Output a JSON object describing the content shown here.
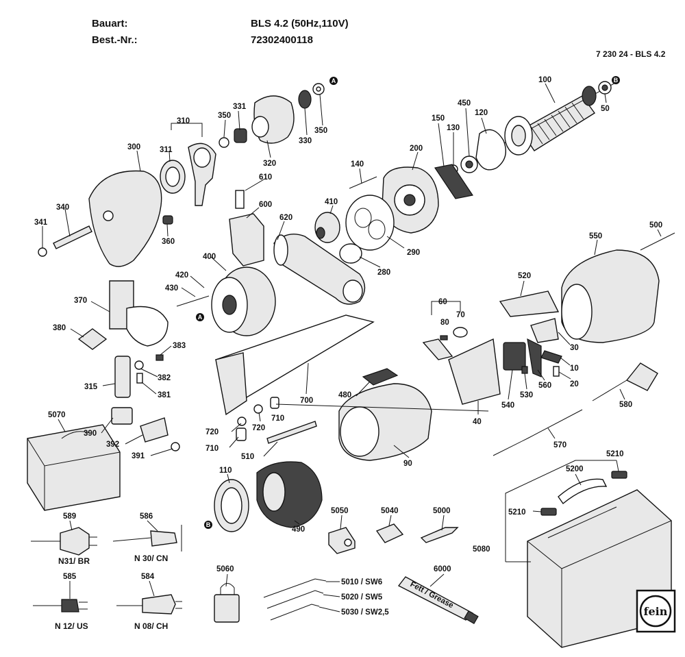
{
  "header": {
    "type_label": "Bauart:",
    "type_value": "BLS 4.2 (50Hz,110V)",
    "order_label": "Best.-Nr.:",
    "order_value": "72302400118",
    "drawing_ref": "7 230 24 - BLS 4.2"
  },
  "parts": {
    "p100": "100",
    "p50": "50",
    "p120": "120",
    "p450": "450",
    "p130": "130",
    "p150": "150",
    "p200": "200",
    "p140": "140",
    "p410": "410",
    "p290": "290",
    "p280": "280",
    "p310": "310",
    "p311": "311",
    "p300": "300",
    "p350a": "350",
    "p331": "331",
    "p320": "320",
    "p330": "330",
    "p350b": "350",
    "p610": "610",
    "p600": "600",
    "p620": "620",
    "p340": "340",
    "p341": "341",
    "p360": "360",
    "p400": "400",
    "p420": "420",
    "p430": "430",
    "p370": "370",
    "p380": "380",
    "p383": "383",
    "p382": "382",
    "p381": "381",
    "p315": "315",
    "p5070": "5070",
    "p390": "390",
    "p392": "392",
    "p391": "391",
    "p700": "700",
    "p720a": "720",
    "p720b": "720",
    "p710a": "710",
    "p710b": "710",
    "p510": "510",
    "p480": "480",
    "p90": "90",
    "p60": "60",
    "p80": "80",
    "p70": "70",
    "p40": "40",
    "p540": "540",
    "p530": "530",
    "p560": "560",
    "p520": "520",
    "p550": "550",
    "p500": "500",
    "p30": "30",
    "p10": "10",
    "p20": "20",
    "p580": "580",
    "p570": "570",
    "p110": "110",
    "p490": "490",
    "p5050": "5050",
    "p5040": "5040",
    "p5000": "5000",
    "p5210a": "5210",
    "p5200": "5200",
    "p5210b": "5210",
    "p5080": "5080",
    "p589": "589",
    "p586": "586",
    "p585": "585",
    "p584": "584",
    "p5060": "5060",
    "p5010": "5010 / SW6",
    "p5020": "5020 / SW5",
    "p5030": "5030 / SW2,5",
    "p6000": "6000"
  },
  "plugs": {
    "c589": "N31/ BR",
    "c586": "N 30/ CN",
    "c585": "N 12/ US",
    "c584": "N 08/ CH"
  },
  "markers": {
    "a": "A",
    "b": "B"
  },
  "tube_text": "Fett / Grease"
}
